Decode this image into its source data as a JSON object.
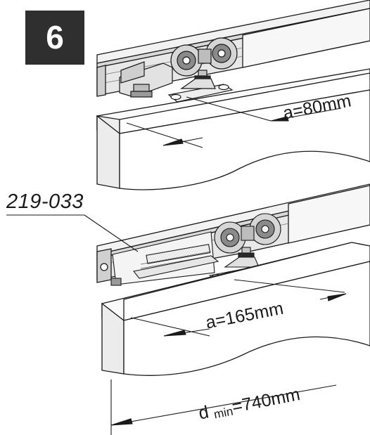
{
  "step": {
    "number": "6"
  },
  "part": {
    "code": "219-033"
  },
  "dimensions": {
    "a_top": "a=80mm",
    "a_bottom": "a=165mm",
    "d_prefix": "d",
    "d_sub": "min",
    "d_value": "=740mm"
  },
  "colors": {
    "ink": "#1a1a1a",
    "badge": "#2f2f2f",
    "badge_text": "#ffffff",
    "rail": "#e6e6e6"
  }
}
